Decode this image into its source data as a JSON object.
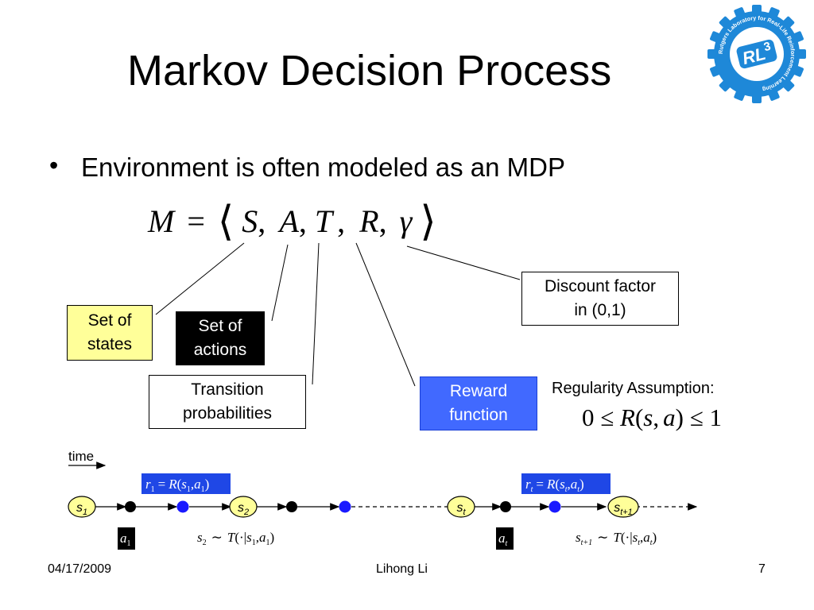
{
  "slide": {
    "title": "Markov Decision Process",
    "bullet_symbol": "•",
    "bullet": "Environment is often modeled as an MDP",
    "equation": {
      "lhs": "M",
      "eq": "=",
      "open": "⟨",
      "close": "⟩",
      "items": [
        "S",
        "A",
        "T",
        "R",
        "γ"
      ],
      "comma": ","
    },
    "labels": {
      "states": [
        "Set of",
        "states"
      ],
      "actions": [
        "Set of",
        "actions"
      ],
      "transition": [
        "Transition",
        "probabilities"
      ],
      "reward": [
        "Reward",
        "function"
      ],
      "discount": [
        "Discount factor",
        "in (0,1)"
      ]
    },
    "regularity": {
      "title": "Regularity Assumption:",
      "lo": "0",
      "le": "≤",
      "R": "R",
      "args_open": "(",
      "s": "s",
      "comma": ",",
      "a": "a",
      "args_close": ")",
      "hi": "1"
    },
    "timeline": {
      "time_label": "time",
      "s": "s",
      "r": "r",
      "a": "a",
      "R": "R",
      "T": "T",
      "eq": "=",
      "sim": "∼",
      "sub_1": "1",
      "sub_2": "2",
      "sub_t": "t",
      "sub_t1": "t+1",
      "dot_args": "(·|",
      "comma": ",",
      "paren_open": "(",
      "paren_close": ")"
    },
    "footer": {
      "date": "04/17/2009",
      "author": "Lihong Li",
      "page": "7"
    },
    "logo": {
      "ring_text": "Rutgers Laboratory for Real-Life Reinforcement Learning",
      "badge": "RL",
      "badge_sup": "3"
    }
  },
  "colors": {
    "states_fill": "#ffff99",
    "actions_fill": "#000000",
    "reward_fill": "#4169ff",
    "reward_box": "#1f47e6",
    "node_blue": "#1a1aff",
    "logo_blue": "#1e88d8"
  }
}
